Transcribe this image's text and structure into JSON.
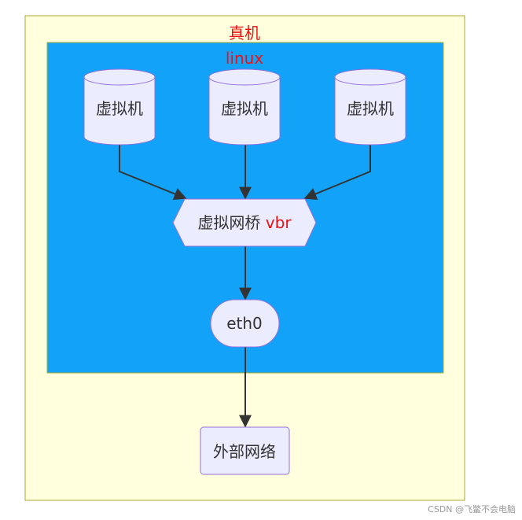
{
  "host": {
    "label": "真机",
    "label_color": "#ee1111",
    "fill": "#ffffde",
    "stroke": "#aaaa33"
  },
  "linux": {
    "label": "linux",
    "label_color": "#ee1111",
    "fill": "#12a3f8",
    "stroke": "#aaaa33"
  },
  "vms": [
    {
      "label": "虚拟机"
    },
    {
      "label": "虚拟机"
    },
    {
      "label": "虚拟机"
    }
  ],
  "bridge": {
    "label": "虚拟网桥 ",
    "label_highlight": "vbr",
    "highlight_color": "#ee1111"
  },
  "eth0": {
    "label": "eth0"
  },
  "external": {
    "label": "外部网络"
  },
  "node_style": {
    "fill": "#ececff",
    "stroke": "#9370db"
  },
  "edge_color": "#333333",
  "watermark": "CSDN @飞鳖不会电脑"
}
